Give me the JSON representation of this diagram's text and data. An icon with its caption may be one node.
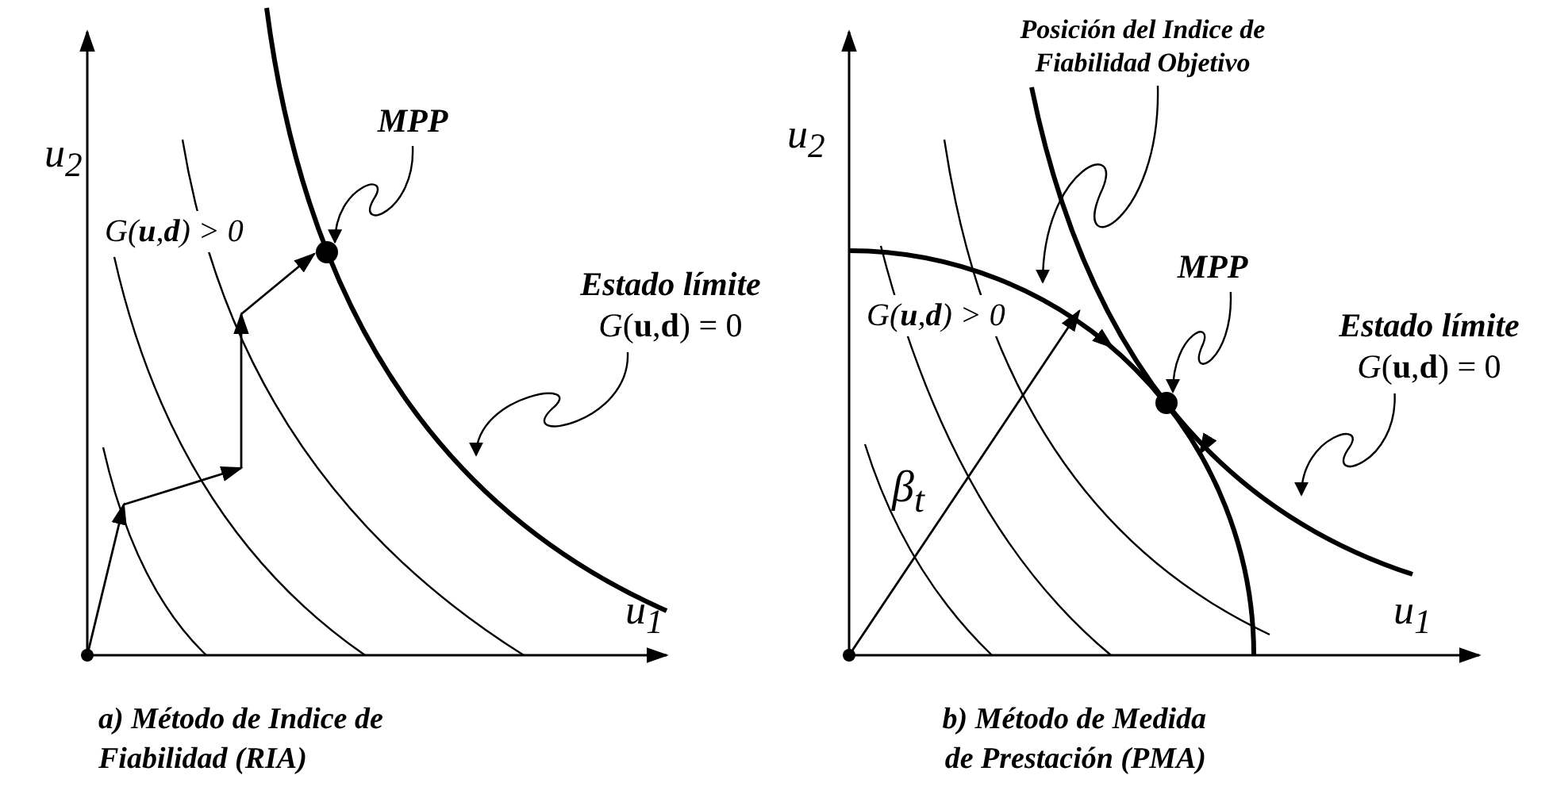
{
  "diagram": {
    "nodes": [
      {
        "text": [
          "MPP"
        ]
      },
      {
        "text": [],
        "shape": "circle"
      },
      {
        "text": [
          "Estado límite",
          "*G*(**u**,**d**) = 0"
        ]
      },
      {
        "text": [
          "Posición del Indice de Fiabilidad Objetivo"
        ]
      },
      {
        "text": [
          "MPP"
        ]
      },
      {
        "text": [],
        "shape": "circle"
      },
      {
        "text": [
          "Estado límite",
          "*G*(**u**,**d**) = 0"
        ]
      }
    ],
    "edges": [
      {
        "from": 0,
        "to": 1,
        "arrow": "to"
      },
      {
        "from": 2,
        "to": null,
        "arrow": "to"
      },
      {
        "from": 3,
        "to": null,
        "arrow": "to"
      },
      {
        "from": 4,
        "to": 5,
        "arrow": "to"
      },
      {
        "from": 6,
        "to": null,
        "arrow": "to"
      }
    ],
    "labels": [
      "u$_{2}$",
      "u$_{1}$",
      "*G*(**u**,**d**) > 0",
      "a) Método de Indice de Fiabilidad (RIA)",
      "u$_{2}$",
      "u$_{1}$",
      "*G*(**u**,**d**) > 0",
      "β$_{t}$",
      "b) Método de Medida de Prestación (PMA)"
    ]
  }
}
